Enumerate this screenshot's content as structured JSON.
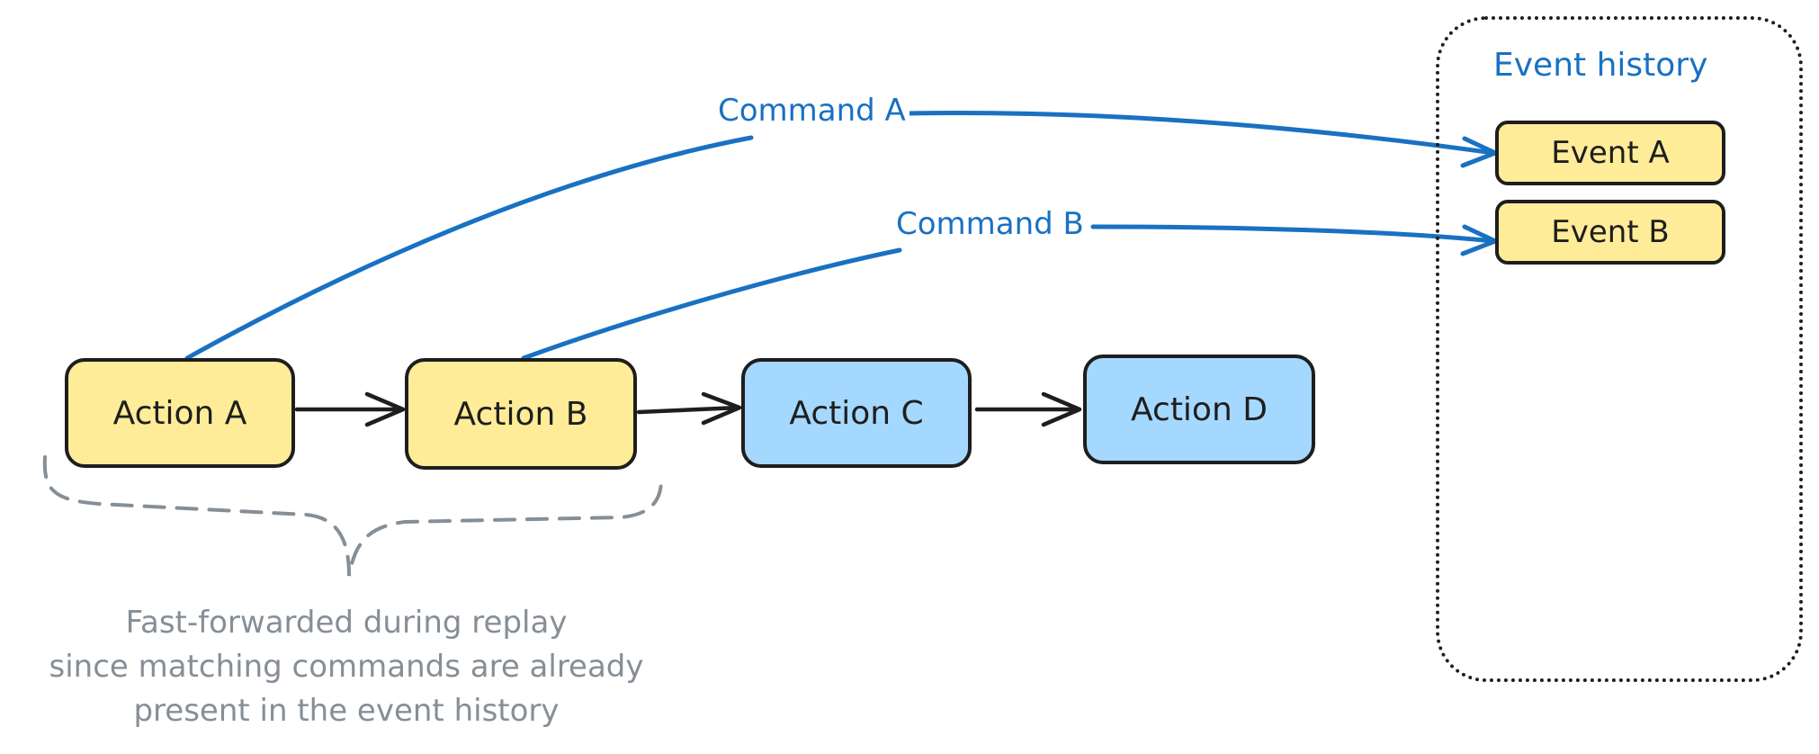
{
  "flow": {
    "actions": [
      {
        "label": "Action A",
        "status": "replayed"
      },
      {
        "label": "Action B",
        "status": "replayed"
      },
      {
        "label": "Action C",
        "status": "pending"
      },
      {
        "label": "Action D",
        "status": "pending"
      }
    ],
    "commands": [
      {
        "label": "Command A"
      },
      {
        "label": "Command B"
      }
    ]
  },
  "history": {
    "title": "Event history",
    "events": [
      {
        "label": "Event A"
      },
      {
        "label": "Event B"
      }
    ]
  },
  "note": {
    "lines": [
      "Fast-forwarded during replay",
      "since matching commands are already",
      "present in the event history"
    ]
  },
  "colors": {
    "replayed_fill": "#ffec99",
    "pending_fill": "#a5d8ff",
    "command_stroke": "#1971c2",
    "note_text": "#868e96",
    "outline": "#1e1e1e"
  }
}
